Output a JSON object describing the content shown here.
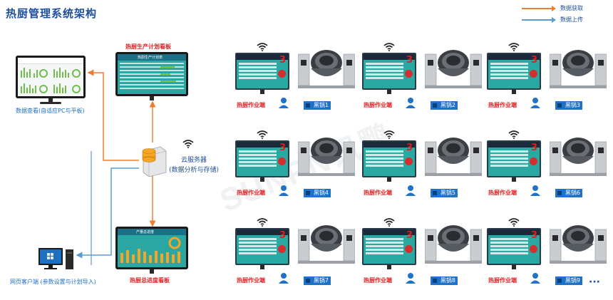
{
  "title": "热厨管理系统架构",
  "legend": {
    "fetch_label": "数据获取",
    "upload_label": "数据上传",
    "fetch_color": "#ed7d31",
    "upload_color": "#5b9bd5"
  },
  "nodes": {
    "data_view_label": "数据查看(自适应PC与平板)",
    "plan_board_label": "热厨生产计划看板",
    "plan_board_screen_title": "热厨生产计划表",
    "server_label_line1": "云服务器",
    "server_label_line2": "(数据分析与存储)",
    "progress_board_label": "热厨总进度看板",
    "progress_board_screen_title": "产量总进度",
    "web_client_label": "网页客户端 (参数设置与计划导入)"
  },
  "terminals": [
    {
      "terminal_label": "热厨作业端",
      "pot_label": "黑锅1",
      "screen_num": "3"
    },
    {
      "terminal_label": "热厨作业端",
      "pot_label": "黑锅2",
      "screen_num": "3"
    },
    {
      "terminal_label": "热厨作业端",
      "pot_label": "黑锅3",
      "screen_num": "3"
    },
    {
      "terminal_label": "热厨作业端",
      "pot_label": "黑锅4",
      "screen_num": "3"
    },
    {
      "terminal_label": "热厨作业端",
      "pot_label": "黑锅5",
      "screen_num": "3"
    },
    {
      "terminal_label": "热厨作业端",
      "pot_label": "黑锅6",
      "screen_num": "3"
    },
    {
      "terminal_label": "热厨作业端",
      "pot_label": "黑锅7",
      "screen_num": "3"
    },
    {
      "terminal_label": "热厨作业端",
      "pot_label": "黑锅8",
      "screen_num": "3"
    },
    {
      "terminal_label": "热厨作业端",
      "pot_label": "黑锅9",
      "screen_num": "3"
    }
  ],
  "ellipsis": "···",
  "watermark": "SUNPN讯鹏"
}
